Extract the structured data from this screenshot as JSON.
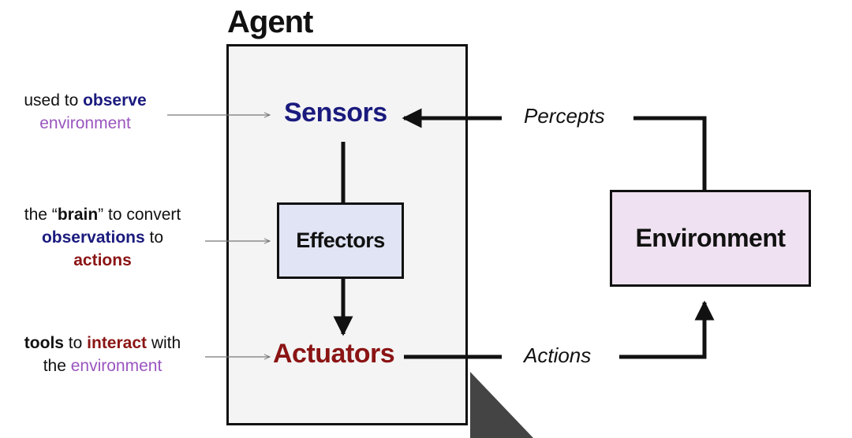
{
  "diagram": {
    "agent_title": "Agent",
    "sensors": "Sensors",
    "effectors": "Effectors",
    "actuators": "Actuators",
    "environment": "Environment",
    "percepts": "Percepts",
    "actions": "Actions"
  },
  "annotations": {
    "sensors_note": {
      "prefix": "used to ",
      "emph": "observe",
      "line2": "environment"
    },
    "effectors_note": {
      "line1_a": "the “",
      "line1_b": "brain",
      "line1_c": "” to convert",
      "line2_a": "observations",
      "line2_b": " to",
      "line3": "actions"
    },
    "actuators_note": {
      "line1_a": "tools",
      "line1_b": " to ",
      "line1_c": "interact",
      "line1_d": " with",
      "line2_a": "the ",
      "line2_b": "environment"
    }
  },
  "colors": {
    "sensors": "#1a1a7e",
    "actuators": "#8b1414",
    "environment_text": "#9a55bf",
    "effectors_fill": "#e0e4f4",
    "environment_fill": "#efe1f1",
    "agent_fill": "#f4f4f4"
  }
}
